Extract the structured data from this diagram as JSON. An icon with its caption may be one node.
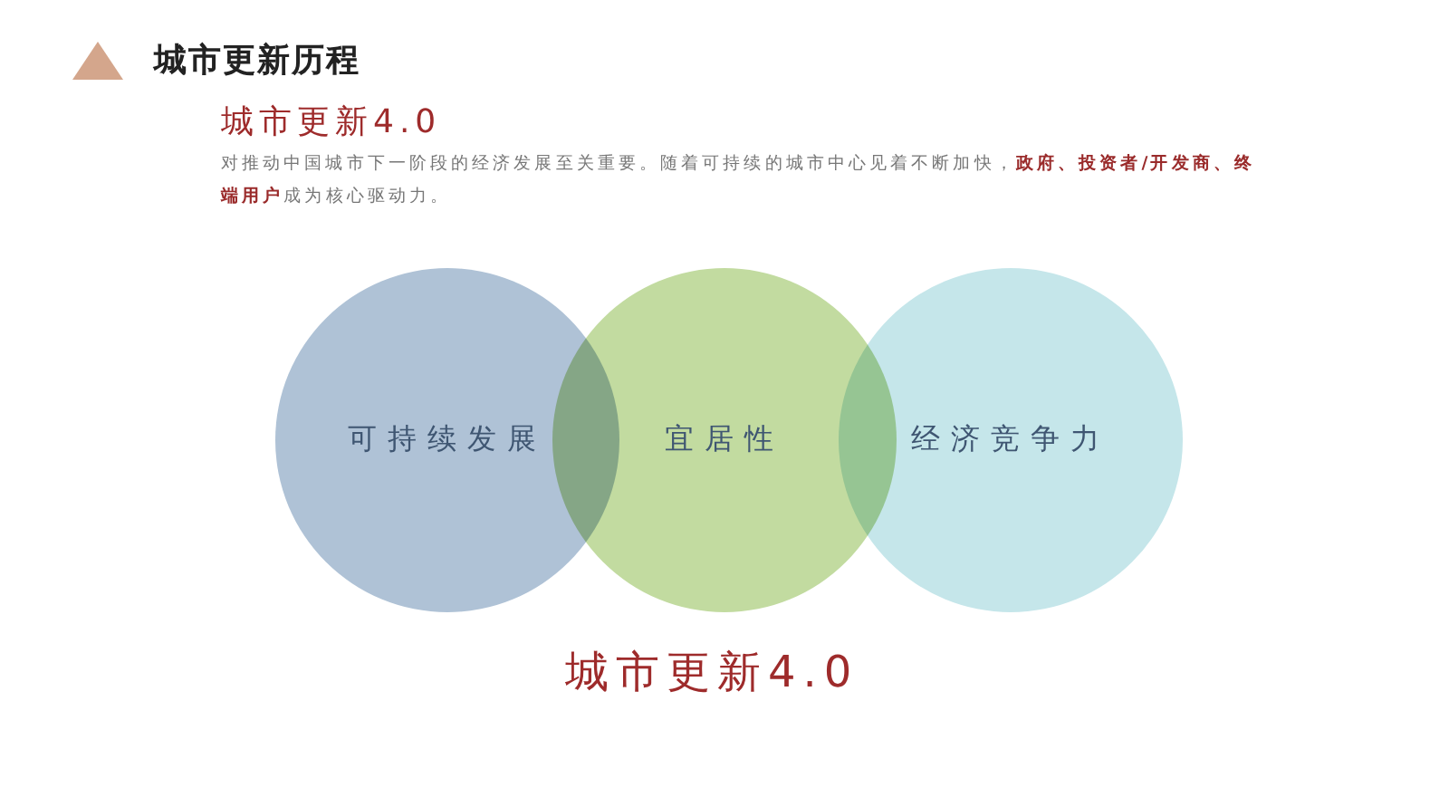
{
  "diagram": {
    "title": "城市更新历程",
    "nodes": [
      {
        "text": [
          "可持续发展"
        ]
      },
      {
        "text": [
          "宜居性"
        ]
      },
      {
        "text": [
          "经济竞争力"
        ]
      }
    ],
    "labels": [
      "城市更新4.0",
      "对推动中国城市下一阶段的经济发展至关重要。随着可持续的城市中心见着不断加快，**政府、投资者/开发商、终端用户**成为核心驱动力。",
      "城市更新4.0"
    ]
  }
}
